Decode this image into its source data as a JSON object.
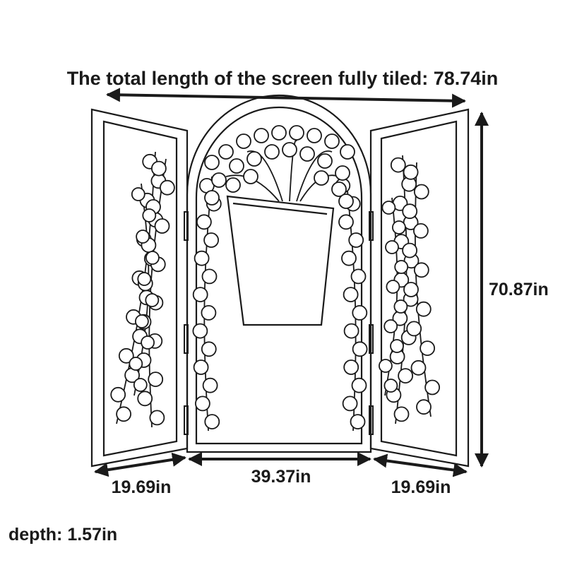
{
  "title": "The total length of the screen fully tiled: 78.74in",
  "dimensions": {
    "height": "70.87in",
    "center_width": "39.37in",
    "left_width": "19.69in",
    "right_width": "19.69in",
    "depth": "depth: 1.57in"
  },
  "colors": {
    "line": "#1a1a1a",
    "background": "#ffffff"
  }
}
